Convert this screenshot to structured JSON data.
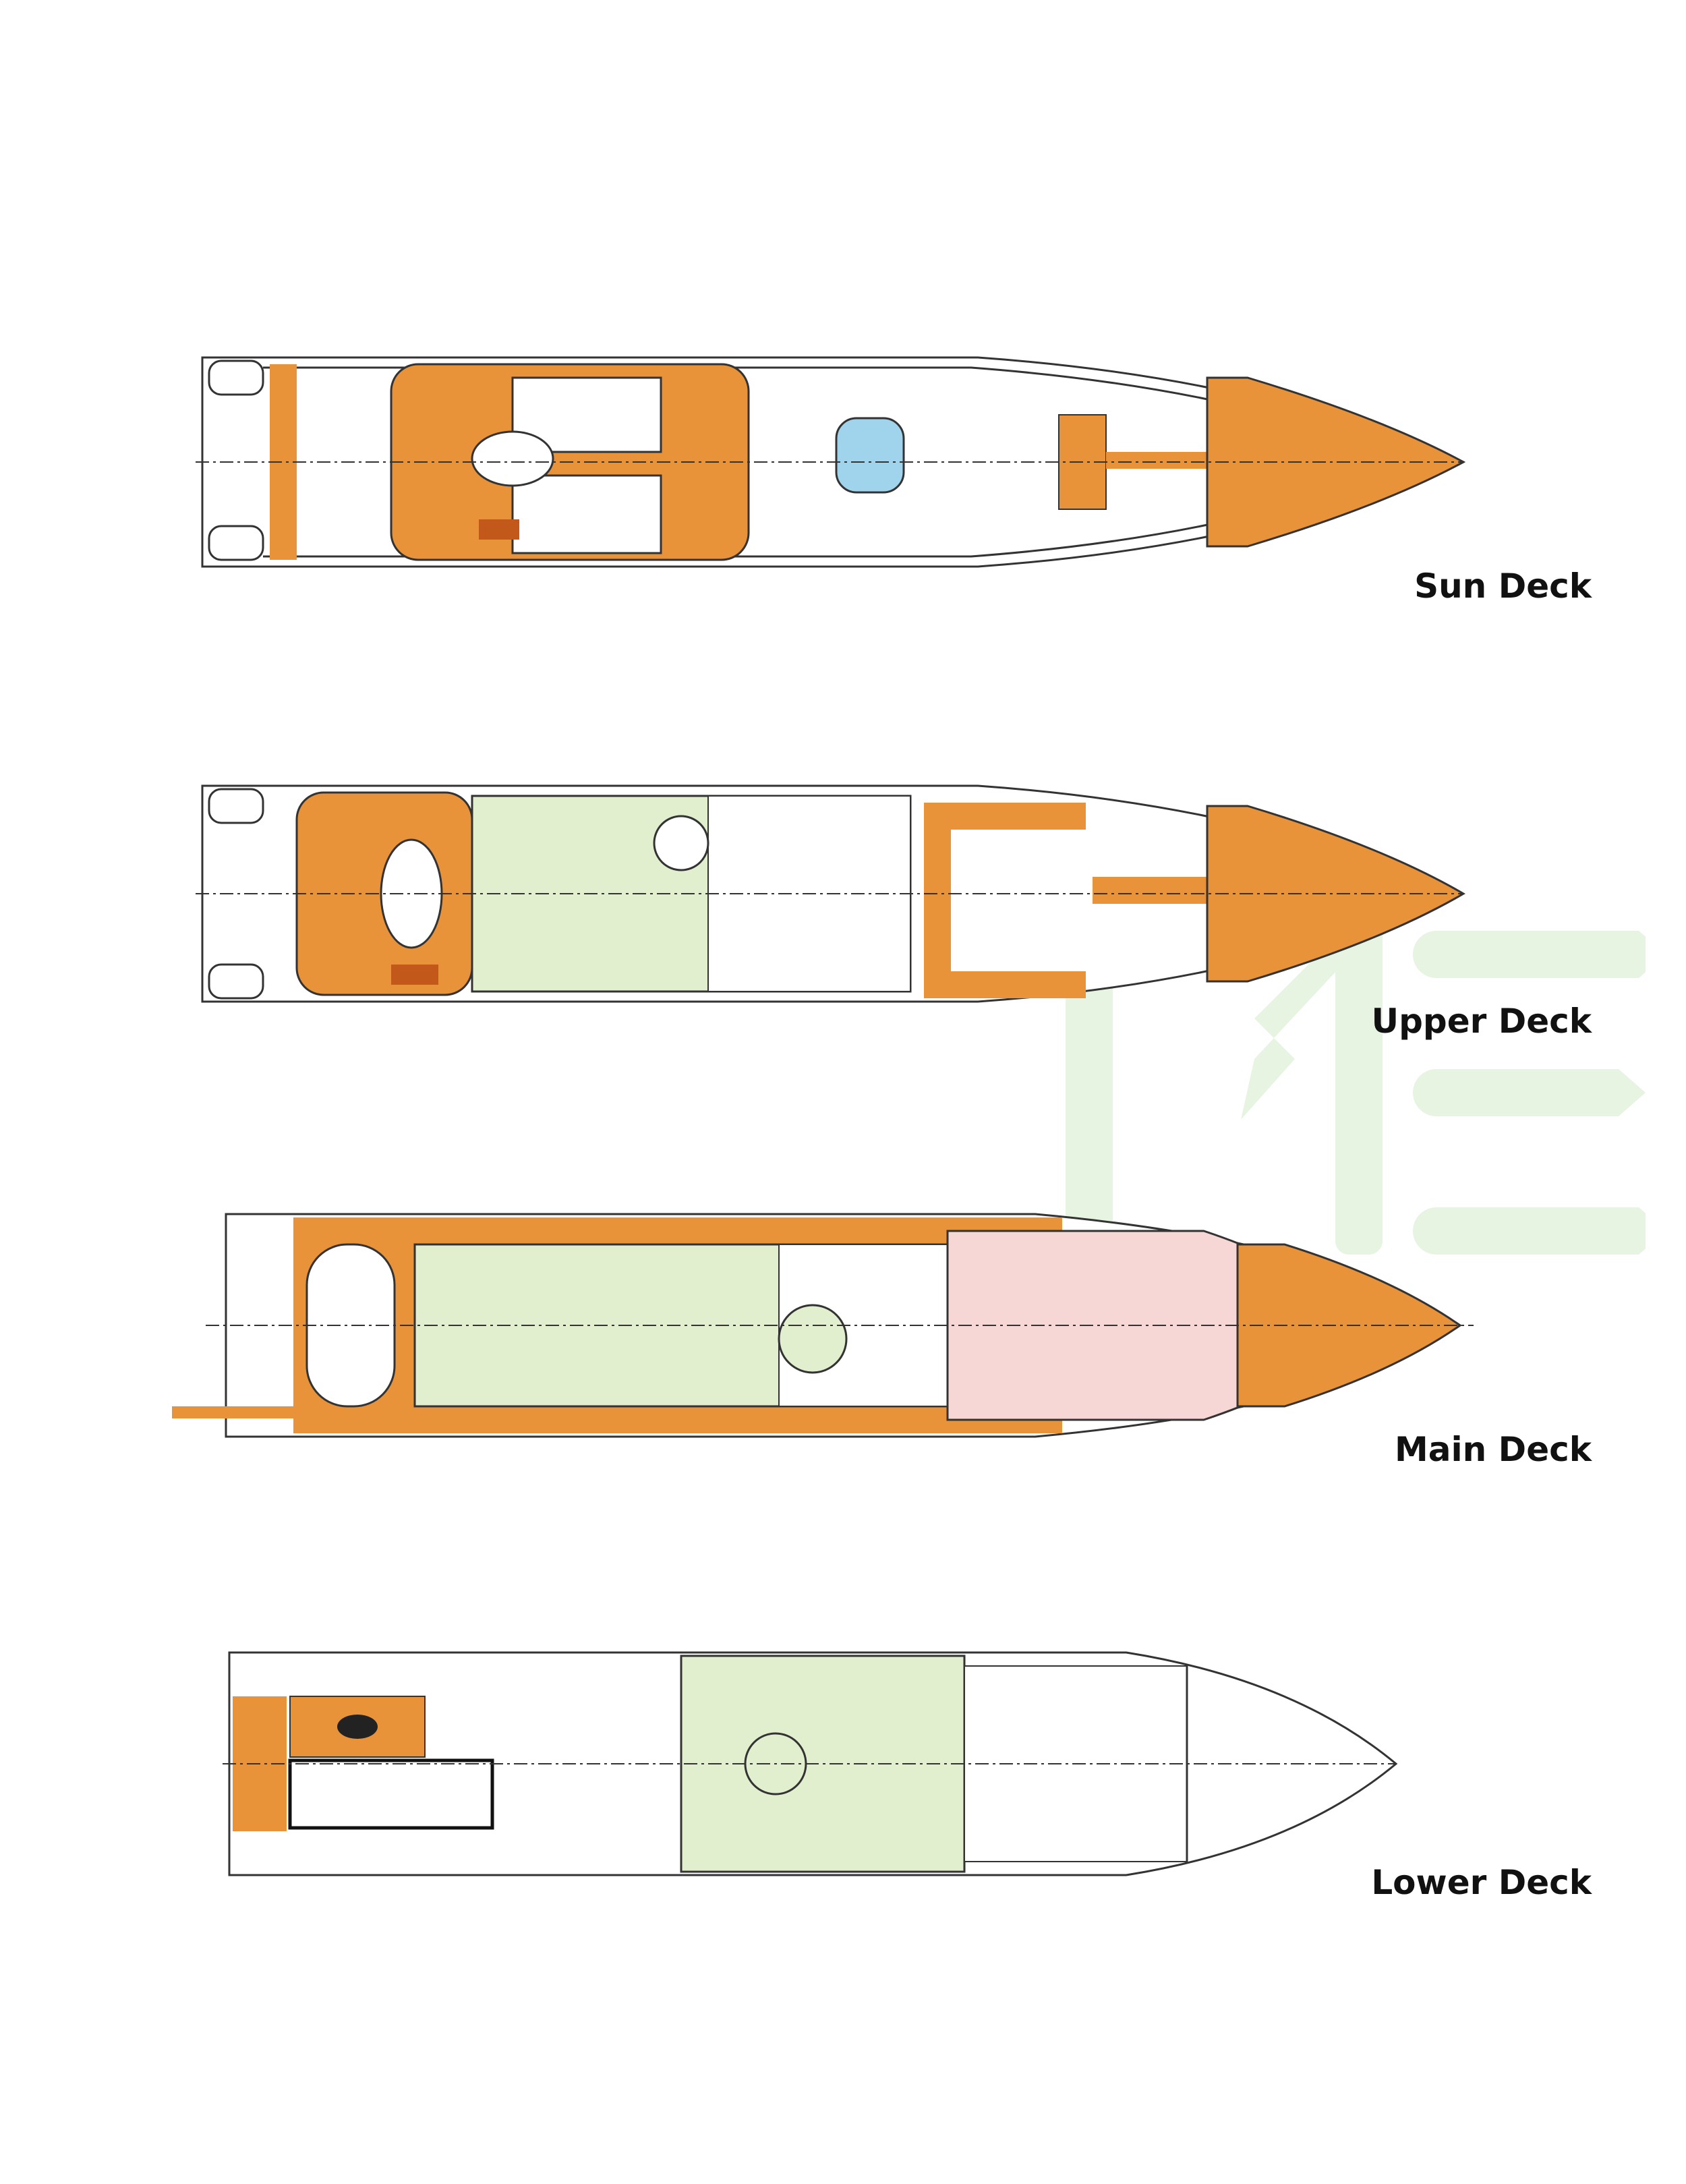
{
  "decks": [
    {
      "name": "Sun Deck"
    },
    {
      "name": "Upper Deck"
    },
    {
      "name": "Main Deck"
    },
    {
      "name": "Lower Deck"
    }
  ],
  "watermark": {
    "text": "ME"
  },
  "colors": {
    "teak": "#e8923a",
    "guest_area": "#e2efcf",
    "owner_area": "#f7d7d5",
    "pool": "#9fd4ec",
    "line": "#333333",
    "watermark": "#e6f4e1"
  }
}
